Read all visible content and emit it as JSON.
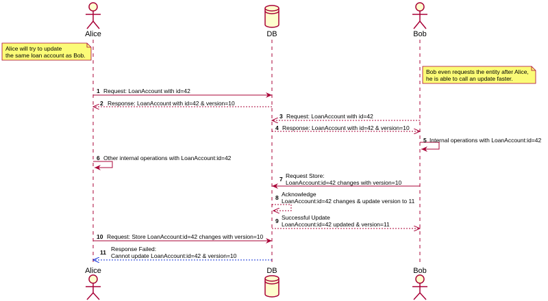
{
  "participants": {
    "alice": {
      "label": "Alice",
      "kind": "actor"
    },
    "db": {
      "label": "DB",
      "kind": "database"
    },
    "bob": {
      "label": "Bob",
      "kind": "actor"
    }
  },
  "notes": [
    {
      "lines": [
        "Alice will try to update",
        "the same loan account as Bob."
      ]
    },
    {
      "lines": [
        "Bob even requests the entity after Alice,",
        "he is able to call an update faster."
      ]
    }
  ],
  "messages": [
    {
      "num": "1",
      "from": "alice",
      "to": "db",
      "style": "solid",
      "lines": [
        "Request: LoanAccount with id=42"
      ]
    },
    {
      "num": "2",
      "from": "db",
      "to": "alice",
      "style": "dashed",
      "lines": [
        "Response: LoanAccount with id=42 & version=10"
      ]
    },
    {
      "num": "3",
      "from": "bob",
      "to": "db",
      "style": "dashed",
      "lines": [
        "Request: LoanAccount with id=42"
      ]
    },
    {
      "num": "4",
      "from": "db",
      "to": "bob",
      "style": "dashed",
      "lines": [
        "Response: LoanAccount with id=42 & version=10"
      ]
    },
    {
      "num": "5",
      "from": "bob",
      "to": "bob",
      "style": "solid",
      "lines": [
        "Internal operations with LoanAccount:id=42"
      ]
    },
    {
      "num": "6",
      "from": "alice",
      "to": "alice",
      "style": "solid",
      "lines": [
        "Other internal operations with LoanAccount:id=42"
      ]
    },
    {
      "num": "7",
      "from": "bob",
      "to": "db",
      "style": "solid",
      "lines": [
        "Request Store:",
        "LoanAccount:id=42 changes with version=10"
      ]
    },
    {
      "num": "8",
      "from": "db",
      "to": "db",
      "style": "dashed",
      "lines": [
        "Acknowledge",
        "LoanAccount:id=42 changes & update version to 11"
      ]
    },
    {
      "num": "9",
      "from": "db",
      "to": "bob",
      "style": "dashed",
      "lines": [
        "Successful Update",
        "LoanAccount:id=42 updated & version=11"
      ]
    },
    {
      "num": "10",
      "from": "alice",
      "to": "db",
      "style": "solid",
      "lines": [
        "Request: Store LoanAccount:id=42 changes with version=10"
      ]
    },
    {
      "num": "11",
      "from": "db",
      "to": "alice",
      "style": "fail",
      "lines": [
        "Response Failed:",
        "Cannot update LoanAccount:id=42 & version=10"
      ]
    }
  ],
  "colors": {
    "line": "#a80036",
    "participant_fill": "#fefece",
    "note_fill": "#fbfb77",
    "failed_response": "#0b2bd6"
  }
}
